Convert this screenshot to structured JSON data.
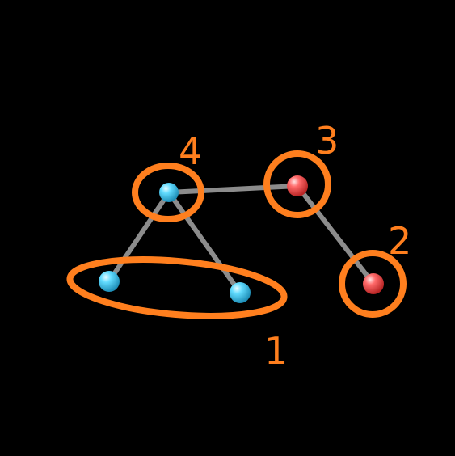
{
  "colors": {
    "background": "#000000",
    "bond": "#8c8c8c",
    "highlight": "#ff7f1e",
    "atom_blue": "#4fd3ff",
    "atom_red": "#ff4d4d"
  },
  "atoms": [
    {
      "id": "a-top-blue",
      "color": "atom_blue"
    },
    {
      "id": "a-left-blue",
      "color": "atom_blue"
    },
    {
      "id": "a-mid-blue",
      "color": "atom_blue"
    },
    {
      "id": "a-top-red",
      "color": "atom_red"
    },
    {
      "id": "a-right-red",
      "color": "atom_red"
    }
  ],
  "bonds": [
    [
      "a-top-blue",
      "a-left-blue"
    ],
    [
      "a-top-blue",
      "a-mid-blue"
    ],
    [
      "a-top-blue",
      "a-top-red"
    ],
    [
      "a-top-red",
      "a-right-red"
    ]
  ],
  "labels": {
    "group1": "1",
    "group2": "2",
    "group3": "3",
    "group4": "4"
  }
}
